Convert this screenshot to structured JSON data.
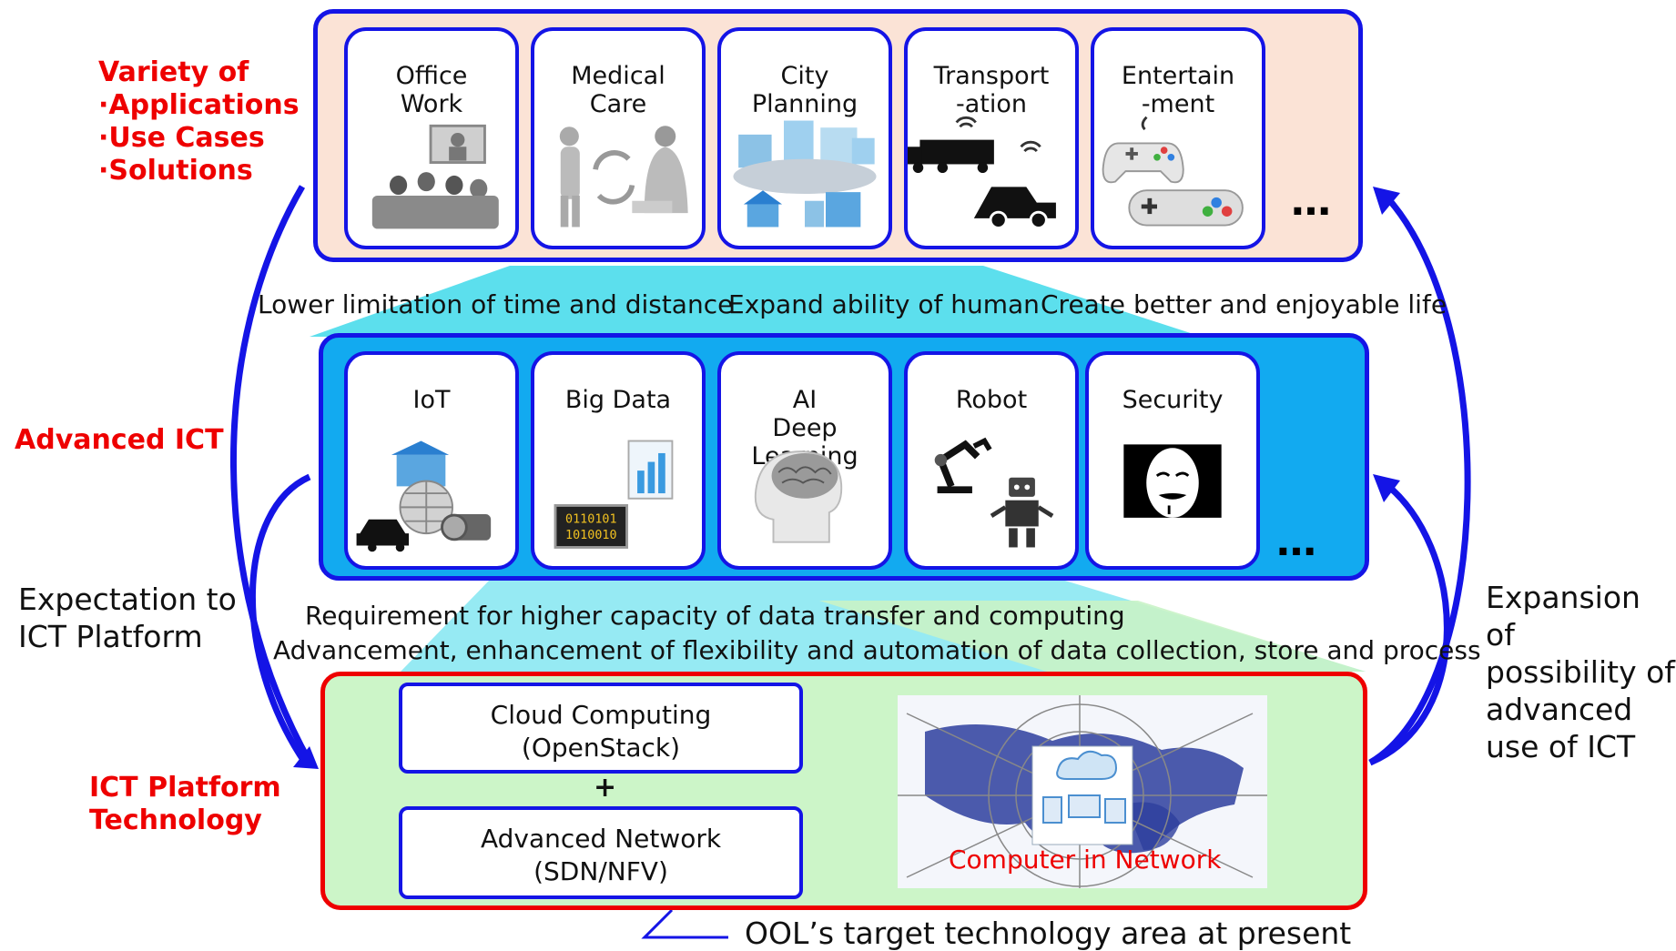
{
  "side_labels": {
    "applications": "Variety of\n ·Applications\n ·Use Cases\n ·Solutions",
    "advanced_ict": "Advanced ICT",
    "platform_tech": "ICT Platform\nTechnology",
    "expectation": "Expectation to\nICT Platform",
    "expansion": "Expansion of\npossibility of\nadvanced\nuse of ICT"
  },
  "applications": [
    {
      "label": "Office\nWork",
      "icon": "meeting-icon"
    },
    {
      "label": "Medical\nCare",
      "icon": "doctor-patient-icon"
    },
    {
      "label": "City\nPlanning",
      "icon": "city-buildings-icon"
    },
    {
      "label": "Transport\n-ation",
      "icon": "truck-car-icon"
    },
    {
      "label": "Entertain\n-ment",
      "icon": "game-controller-icon"
    }
  ],
  "applications_more": "…",
  "band_top": [
    "Lower limitation of time and distance",
    "Expand ability of human",
    "Create better and enjoyable life"
  ],
  "technologies": [
    {
      "label": "IoT",
      "icon": "iot-devices-icon"
    },
    {
      "label": "Big Data",
      "icon": "big-data-icon"
    },
    {
      "label": "AI\nDeep Learning",
      "icon": "brain-icon"
    },
    {
      "label": "Robot",
      "icon": "robot-icon"
    },
    {
      "label": "Security",
      "icon": "mask-icon"
    }
  ],
  "technologies_more": "…",
  "band_bottom": [
    "Requirement for higher capacity of data transfer and computing",
    "Advancement, enhancement of flexibility and automation of data collection, store and process"
  ],
  "platform": {
    "cloud": "Cloud Computing\n(OpenStack)",
    "plus": "+",
    "network": "Advanced Network\n(SDN/NFV)",
    "image_caption": "Computer in Network"
  },
  "footer_note": "OOL’s target technology area at present",
  "colors": {
    "layer_top_bg": "#fbe3d6",
    "layer_mid_bg": "#12aaf0",
    "layer_bottom_bg": "#ccf5c8",
    "border_blue": "#1414e6",
    "border_red": "#ee0000",
    "label_red": "#ee0000"
  }
}
